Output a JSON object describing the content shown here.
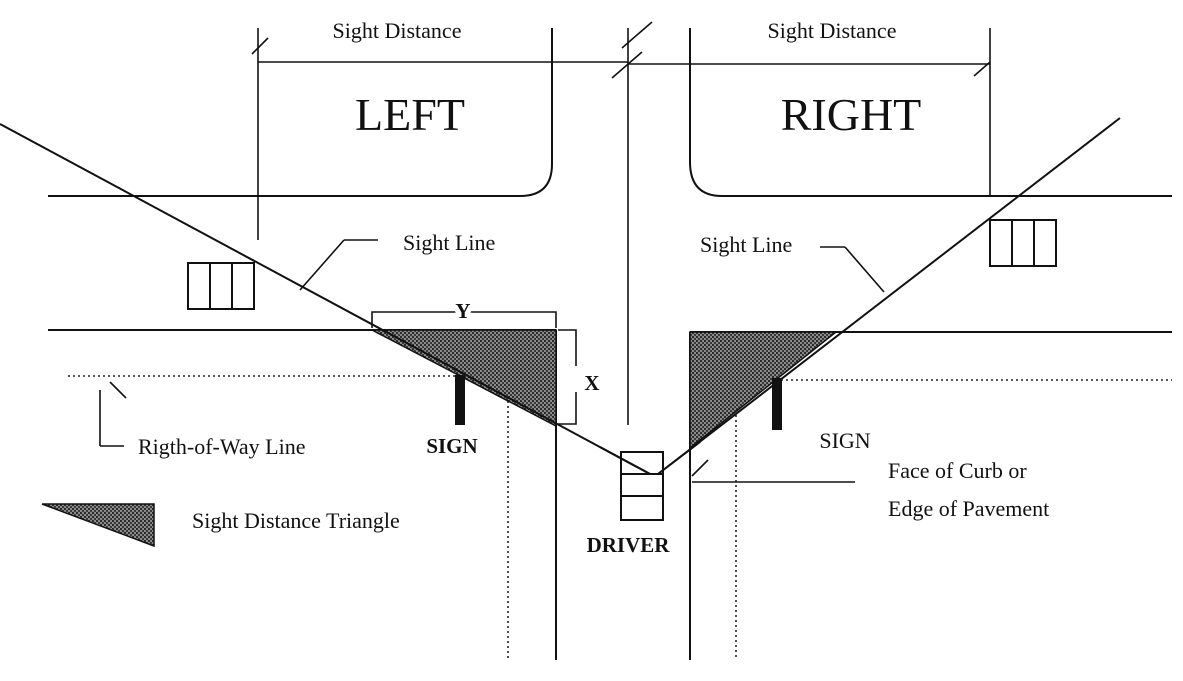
{
  "labels": {
    "sight_distance_left": "Sight Distance",
    "sight_distance_right": "Sight Distance",
    "left": "LEFT",
    "right": "RIGHT",
    "sight_line_left": "Sight Line",
    "sight_line_right": "Sight Line",
    "dim_y": "Y",
    "dim_x": "X",
    "row_line": "Rigth-of-Way Line",
    "sign_left": "SIGN",
    "sign_right": "SIGN",
    "curb_line1": "Face of Curb or",
    "curb_line2": "Edge of Pavement",
    "driver": "DRIVER",
    "legend": "Sight Distance Triangle"
  },
  "colors": {
    "ink": "#111111",
    "triangle_fill": "#4a4a4a"
  }
}
